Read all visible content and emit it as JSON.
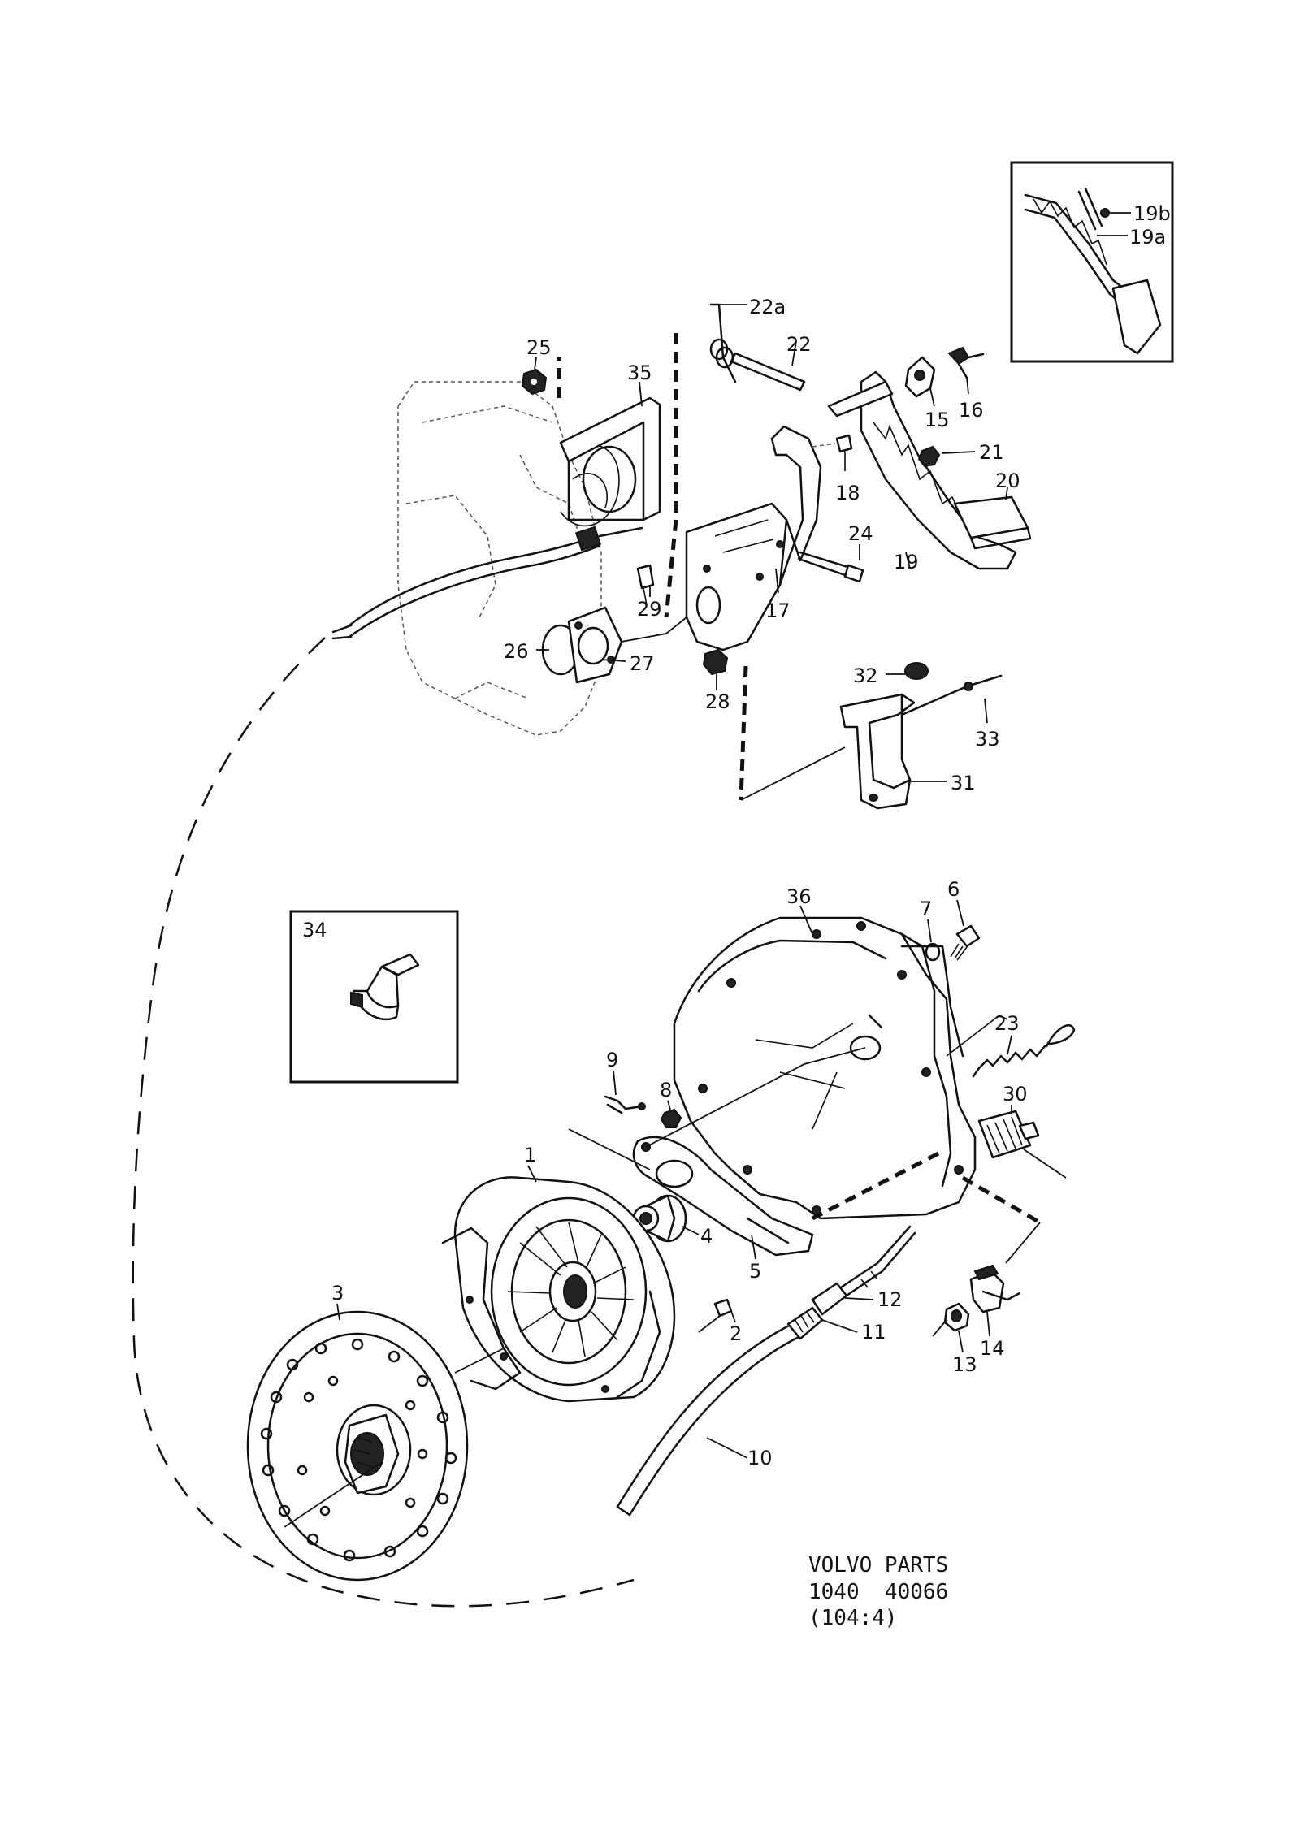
{
  "caption": {
    "line1": "VOLVO PARTS",
    "line2": "1040  40066",
    "line3": "(104:4)"
  },
  "callouts": {
    "c1": "1",
    "c2": "2",
    "c3": "3",
    "c4": "4",
    "c5": "5",
    "c6": "6",
    "c7": "7",
    "c8": "8",
    "c9": "9",
    "c10": "10",
    "c11": "11",
    "c12": "12",
    "c13": "13",
    "c14": "14",
    "c15": "15",
    "c16": "16",
    "c17": "17",
    "c18": "18",
    "c19": "19",
    "c19a": "19a",
    "c19b": "19b",
    "c20": "20",
    "c21": "21",
    "c22": "22",
    "c22a": "22a",
    "c23": "23",
    "c24": "24",
    "c25": "25",
    "c26": "26",
    "c27": "27",
    "c28": "28",
    "c29": "29",
    "c30": "30",
    "c31": "31",
    "c32": "32",
    "c33": "33",
    "c34": "34",
    "c35": "35",
    "c36": "36"
  }
}
